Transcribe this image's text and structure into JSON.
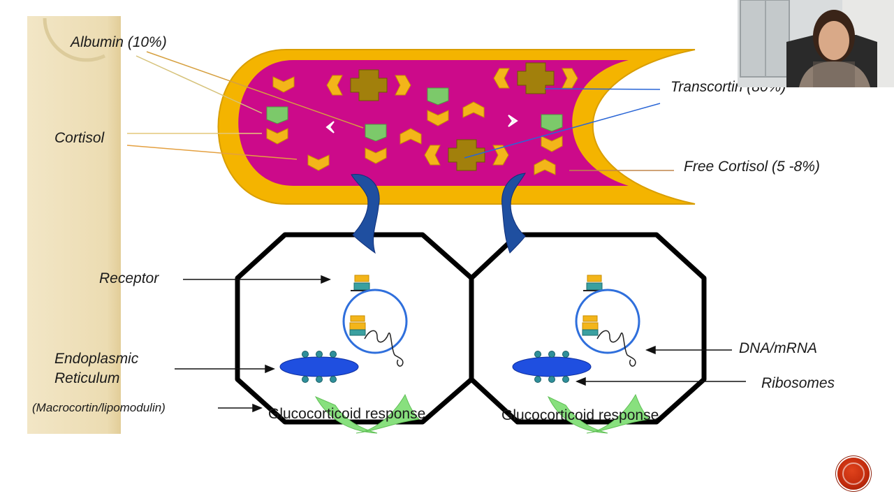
{
  "labels": {
    "albumin": "Albumin (10%)",
    "cortisol": "Cortisol",
    "transcortin": "Transcortin (80%)",
    "free_cortisol": "Free Cortisol (5 -8%)",
    "receptor": "Receptor",
    "endoplasmic_1": "Endoplasmic",
    "endoplasmic_2": "Reticulum",
    "macrocortin": "(Macrocortin/lipomodulin)",
    "glucocorticoid_left": "Glucocorticoid response",
    "glucocorticoid_right": "Glucocorticoid response",
    "dna_mrna": "DNA/mRNA",
    "ribosomes": "Ribosomes"
  },
  "colors": {
    "vessel_outer": "#f4b400",
    "vessel_inner": "#cc0a8a",
    "albumin": "#7cc96a",
    "cortisol": "#f3b51a",
    "transcortin": "#a2800c",
    "receptor_channel": "#1f4fa0",
    "nucleus": "#2f6fdc",
    "er": "#1f4fe0",
    "response_leaf": "#88e07e",
    "cell_border": "#000000",
    "side_panel": "#efe2bf"
  },
  "icons": {
    "next_button": "next-slide-icon",
    "webcam": "presenter-webcam"
  }
}
